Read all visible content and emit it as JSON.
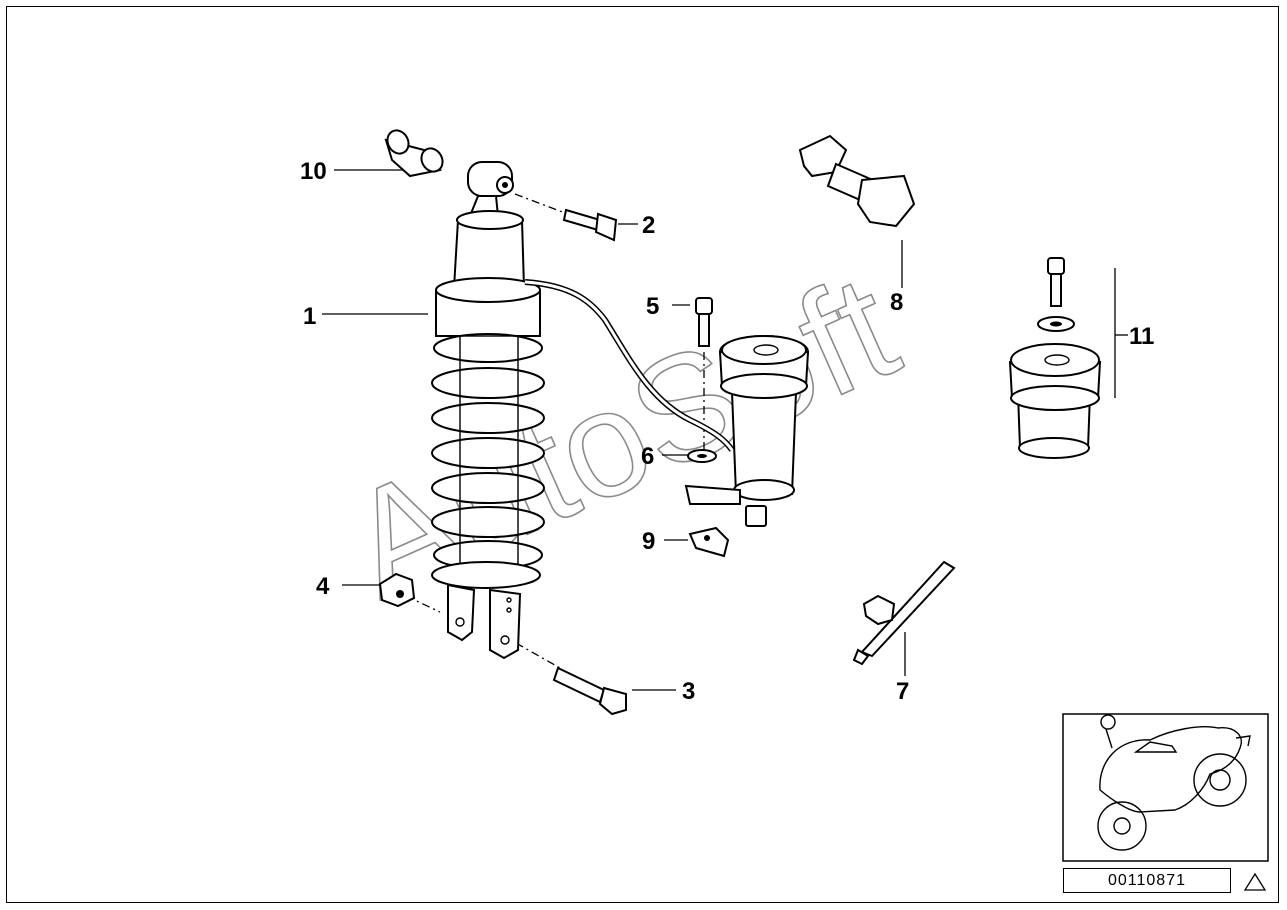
{
  "watermark": "AutoSoft",
  "document_number": "00110871",
  "callouts": [
    "10",
    "2",
    "1",
    "5",
    "8",
    "11",
    "6",
    "9",
    "4",
    "3",
    "7"
  ],
  "thumbnail_icon": "motorcycle-silhouette-icon",
  "corner_icon": "triangle-icon"
}
